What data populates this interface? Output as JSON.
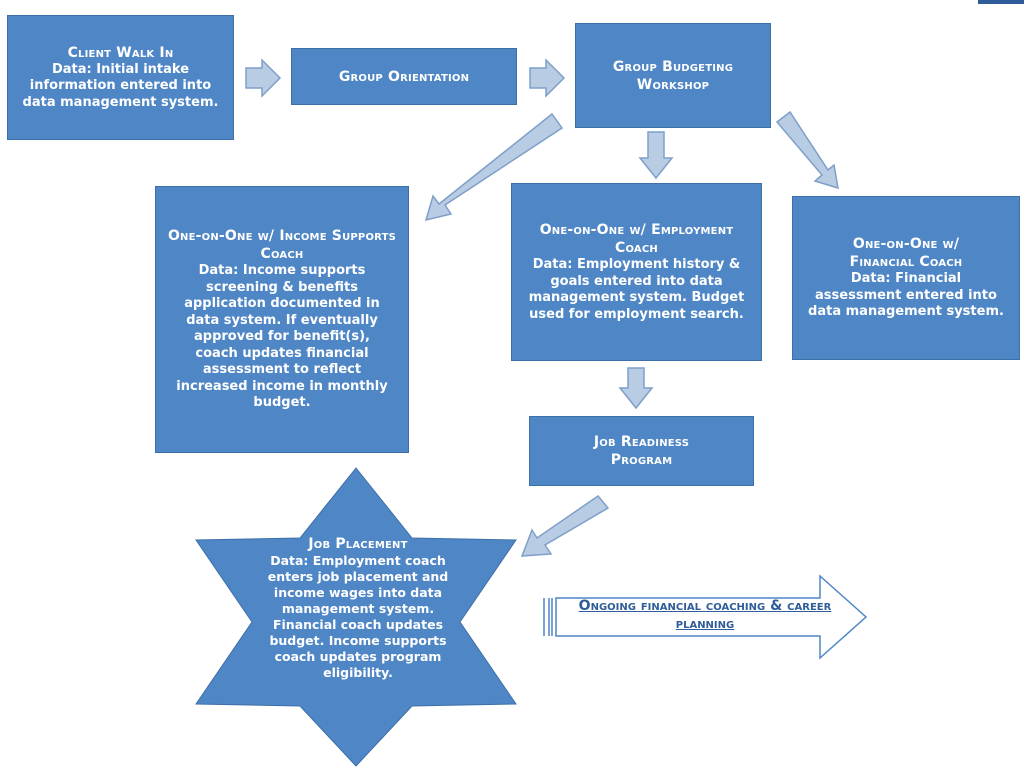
{
  "nodes": {
    "client_walk_in": {
      "title": "Client Walk In",
      "body": "Data: Initial intake information entered into data management system."
    },
    "group_orientation": {
      "title": "Group Orientation"
    },
    "group_budgeting": {
      "title": "Group Budgeting Workshop"
    },
    "income_coach": {
      "title": "One-on-One w/ Income Supports Coach",
      "body": "Data: Income supports screening & benefits application documented in data system. If eventually approved for benefit(s), coach updates financial assessment to reflect increased income in monthly budget."
    },
    "employment_coach": {
      "title": "One-on-One w/ Employment Coach",
      "body": "Data: Employment history & goals entered into data management system. Budget used for employment search."
    },
    "financial_coach": {
      "title": "One-on-One w/ Financial Coach",
      "body": "Data: Financial assessment entered into data management system."
    },
    "job_readiness": {
      "title": "Job Readiness Program"
    },
    "job_placement": {
      "title": "Job Placement",
      "body": "Data: Employment coach enters job placement and income wages into data management system. Financial coach updates budget. Income supports coach updates program eligibility."
    }
  },
  "ongoing": {
    "label": "Ongoing financial coaching & career planning"
  },
  "colors": {
    "box_fill": "#4f86c6",
    "arrow_fill": "#b8cce4",
    "arrow_stroke": "#7f9fc8",
    "ongoing_text": "#2f5d9a"
  }
}
